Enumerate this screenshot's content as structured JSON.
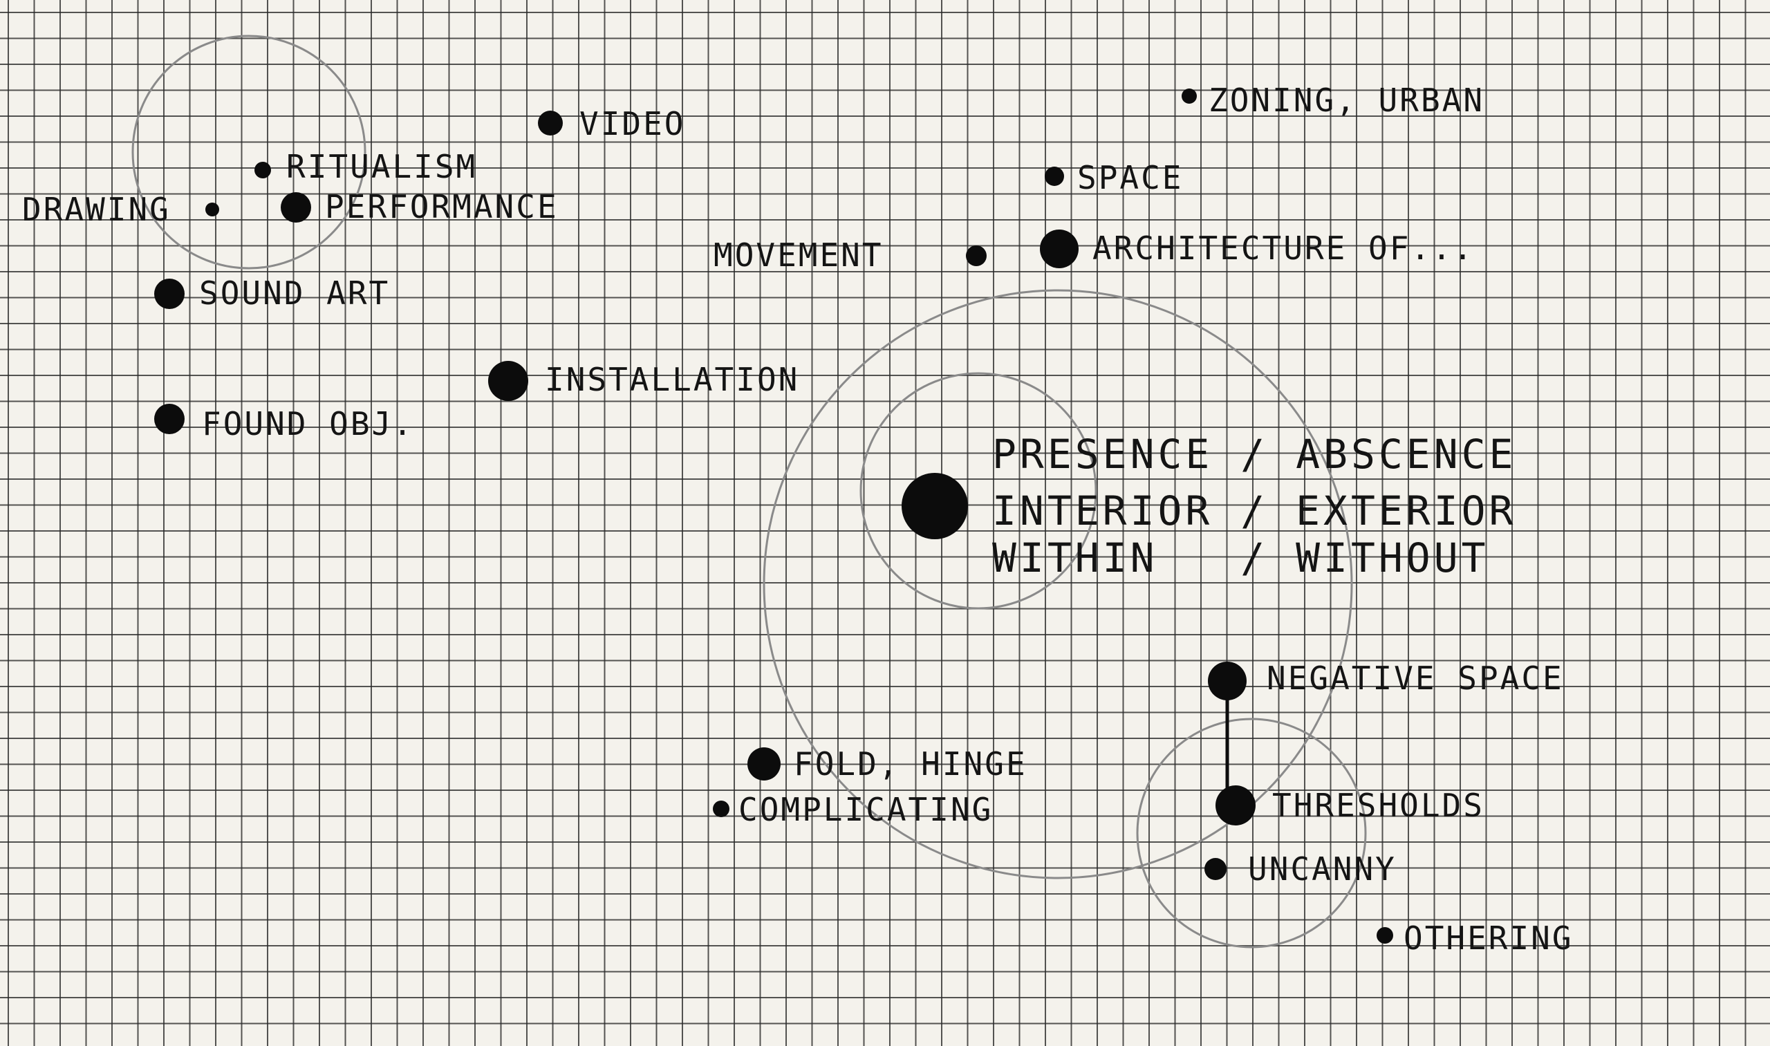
{
  "nodes": [
    {
      "id": "video",
      "label": "VIDEO"
    },
    {
      "id": "zoning",
      "label": "ZONING, URBAN"
    },
    {
      "id": "ritualism",
      "label": "RITUALISM"
    },
    {
      "id": "space",
      "label": "SPACE"
    },
    {
      "id": "drawing",
      "label": "DRAWING"
    },
    {
      "id": "performance",
      "label": "PERFORMANCE"
    },
    {
      "id": "movement",
      "label": "MOVEMENT"
    },
    {
      "id": "architecture",
      "label": "ARCHITECTURE OF..."
    },
    {
      "id": "sound-art",
      "label": "SOUND ART"
    },
    {
      "id": "installation",
      "label": "INSTALLATION"
    },
    {
      "id": "found-obj",
      "label": "FOUND OBJ."
    },
    {
      "id": "center",
      "label_lines": [
        "PRESENCE / ABSCENCE",
        "INTERIOR / EXTERIOR",
        "WITHIN   / WITHOUT"
      ]
    },
    {
      "id": "negative-space",
      "label": "NEGATIVE SPACE"
    },
    {
      "id": "fold-hinge",
      "label": "FOLD, HINGE"
    },
    {
      "id": "complicating",
      "label": "COMPLICATING"
    },
    {
      "id": "thresholds",
      "label": "THRESHOLDS"
    },
    {
      "id": "uncanny",
      "label": "UNCANNY"
    },
    {
      "id": "othering",
      "label": "OTHERING"
    }
  ],
  "style": {
    "paper": "#f4f2ec",
    "grid": "#2b2b2b",
    "ink": "#0c0c0c",
    "pencil": "#8a8a8a"
  }
}
